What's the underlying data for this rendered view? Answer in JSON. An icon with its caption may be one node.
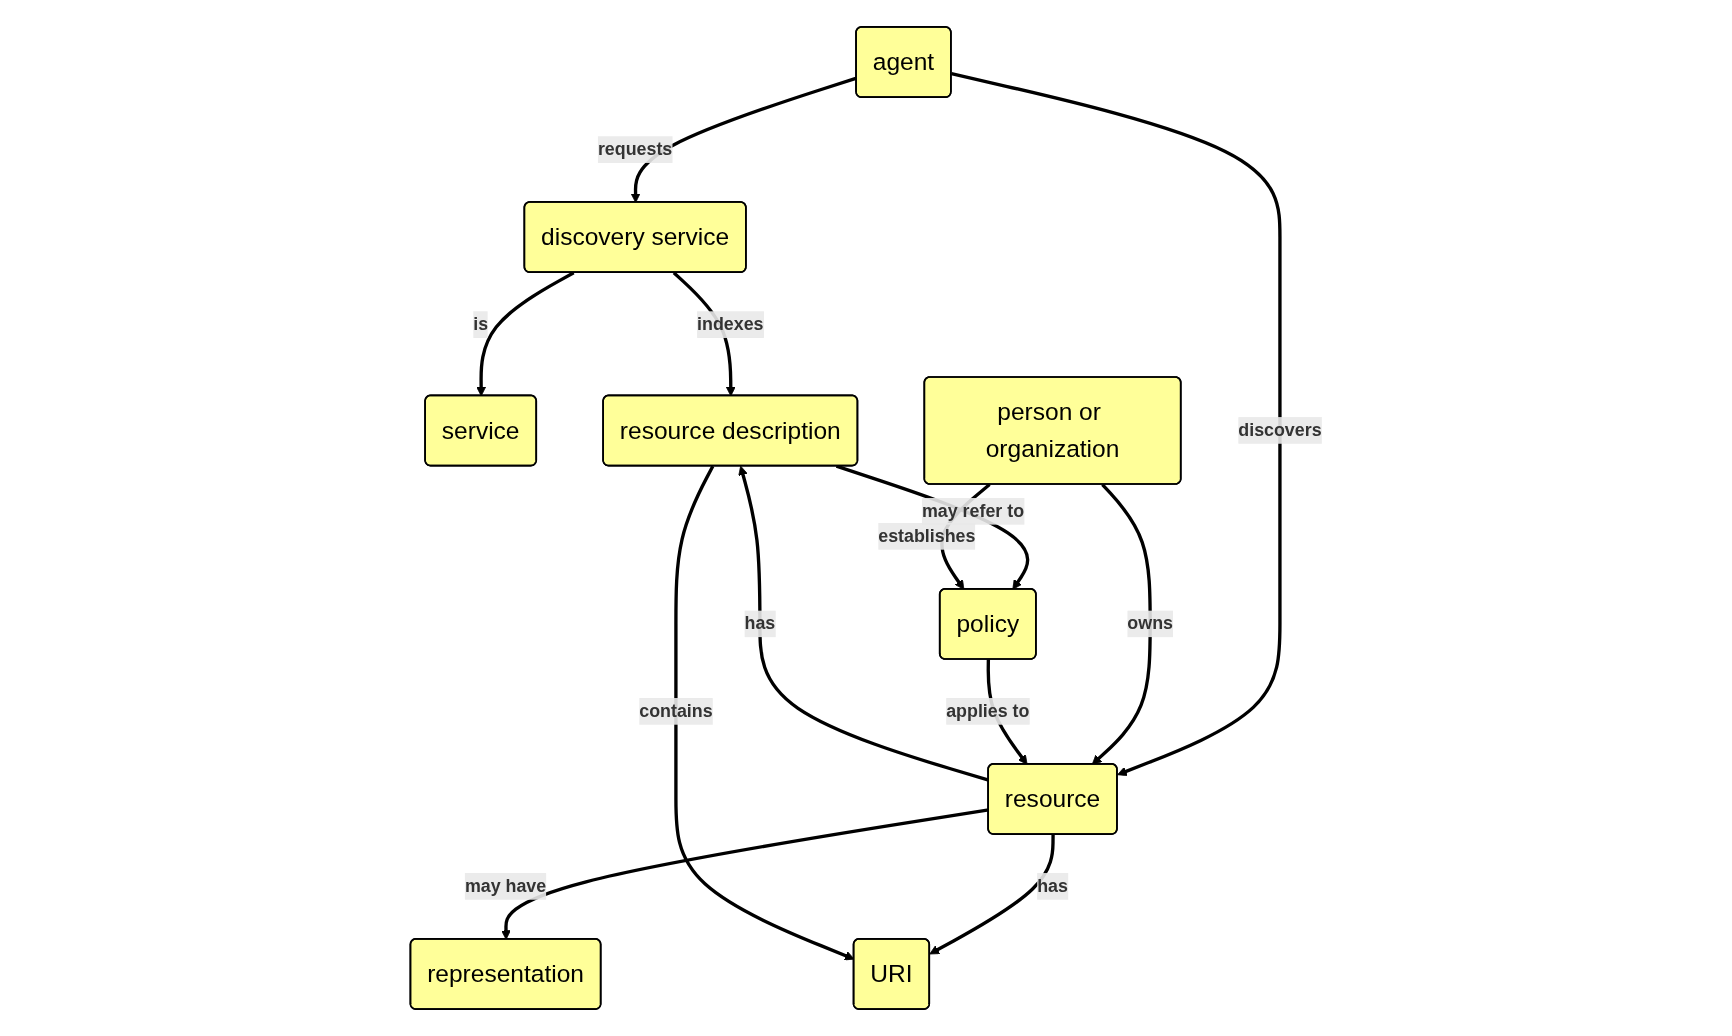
{
  "diagram": {
    "nodes": [
      {
        "text": [
          "agent"
        ]
      },
      {
        "text": [
          "service"
        ]
      },
      {
        "text": [
          "representation"
        ]
      },
      {
        "text": [
          "discovery service"
        ]
      },
      {
        "text": [
          "URI"
        ]
      },
      {
        "text": [
          "resource"
        ]
      },
      {
        "text": [
          "person or organization"
        ]
      },
      {
        "text": [
          "resource description"
        ]
      },
      {
        "text": [
          "policy"
        ]
      }
    ],
    "edges": [
      {
        "from": 0,
        "to": 3,
        "arrow": "to",
        "label": "requests"
      },
      {
        "from": 0,
        "to": 5,
        "arrow": "to",
        "label": "discovers"
      },
      {
        "from": 3,
        "to": 1,
        "arrow": "to",
        "label": "is"
      },
      {
        "from": 3,
        "to": 7,
        "arrow": "to",
        "label": "indexes"
      },
      {
        "from": 5,
        "to": 2,
        "arrow": "to",
        "label": "may have"
      },
      {
        "from": 5,
        "to": 4,
        "arrow": "to",
        "label": "has"
      },
      {
        "from": 6,
        "to": 5,
        "arrow": "to",
        "label": "owns"
      },
      {
        "from": 5,
        "to": 7,
        "arrow": "to",
        "label": "has"
      },
      {
        "from": 7,
        "to": 4,
        "arrow": "to",
        "label": "contains"
      },
      {
        "from": 8,
        "to": 5,
        "arrow": "to",
        "label": "applies to"
      },
      {
        "from": 7,
        "to": 8,
        "arrow": "to",
        "label": "may refer to"
      },
      {
        "from": 6,
        "to": 8,
        "arrow": "to",
        "label": "establishes"
      }
    ]
  }
}
